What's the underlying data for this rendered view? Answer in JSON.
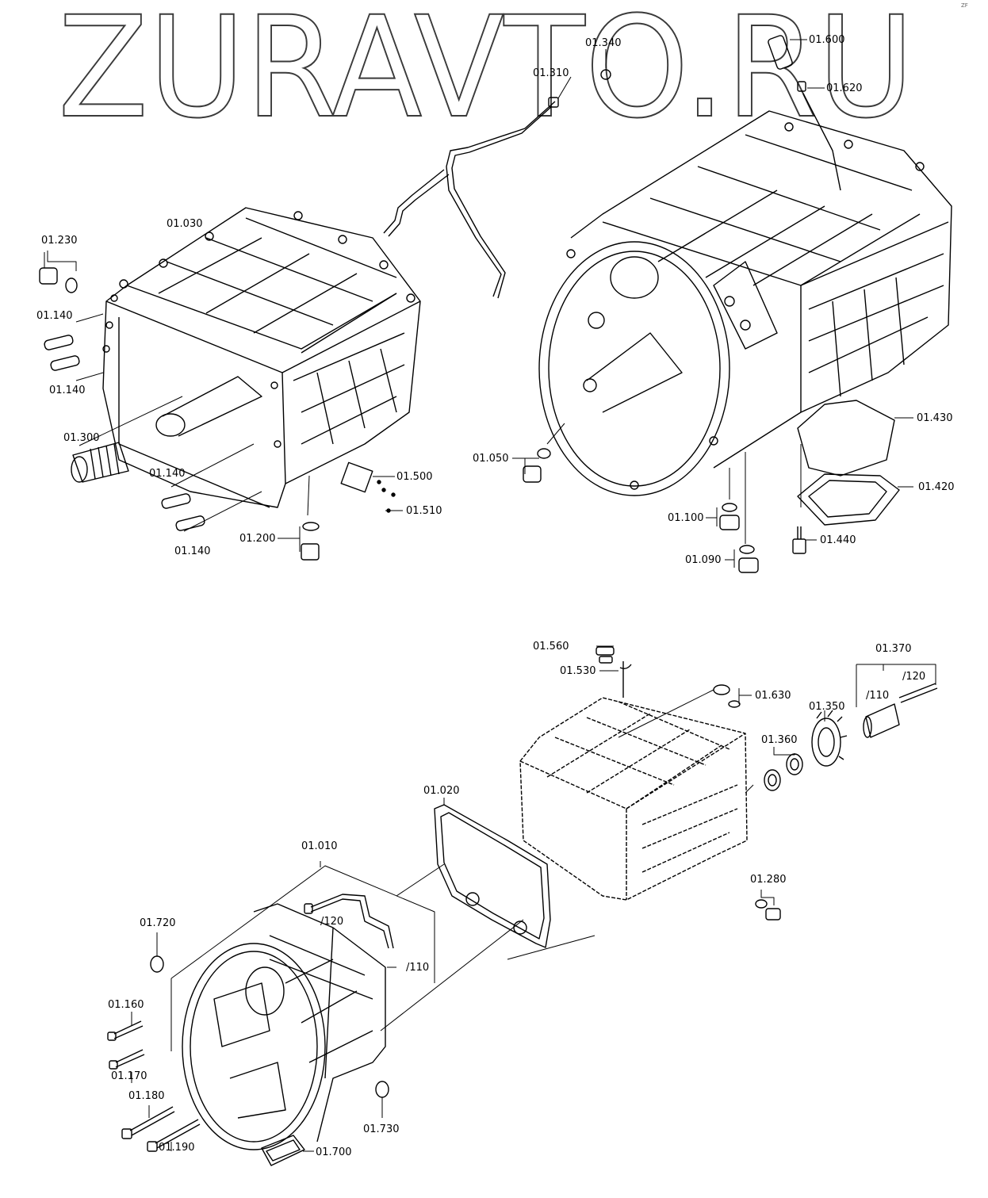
{
  "watermark": "ZURAVTO.RU",
  "corner_mark": "ZF",
  "colors": {
    "line": "#000000",
    "paper": "#ffffff",
    "watermark_stroke": "#3a3a3a"
  },
  "callouts": {
    "c01340": "01.340",
    "c01310": "01.310",
    "c01600": "01.600",
    "c01620": "01.620",
    "c01030": "01.030",
    "c01230": "01.230",
    "c01140a": "01.140",
    "c01140b": "01.140",
    "c01140c": "01.140",
    "c01140d": "01.140",
    "c01300": "01.300",
    "c01500": "01.500",
    "c01510": "01.510",
    "c01200": "01.200",
    "c01050": "01.050",
    "c01430": "01.430",
    "c01420": "01.420",
    "c01100": "01.100",
    "c01440": "01.440",
    "c01090": "01.090",
    "c01560": "01.560",
    "c01530": "01.530",
    "c01630": "01.630",
    "c01370": "01.370",
    "c01370_120": "/120",
    "c01370_110": "/110",
    "c01350": "01.350",
    "c01360": "01.360",
    "c01020": "01.020",
    "c01280": "01.280",
    "c01010": "01.010",
    "c01010_120": "/120",
    "c01010_110": "/110",
    "c01720": "01.720",
    "c01160": "01.160",
    "c01170": "01.170",
    "c01180": "01.180",
    "c01190": "01.190",
    "c01730": "01.730",
    "c01700": "01.700"
  }
}
